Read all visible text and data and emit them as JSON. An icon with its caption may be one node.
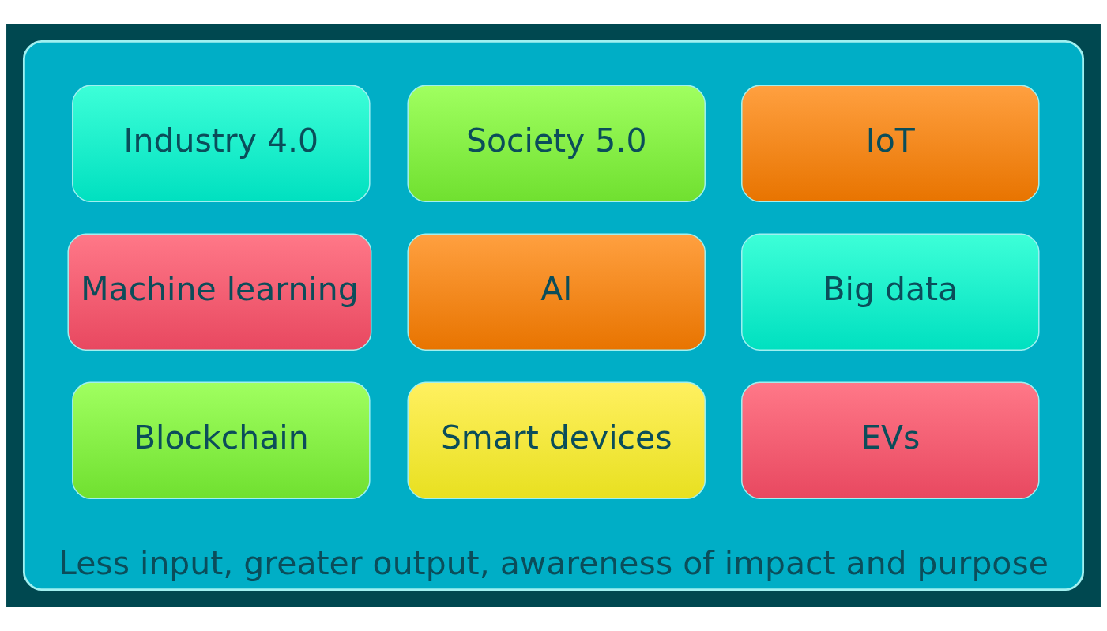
{
  "diagram": {
    "nodes": [
      {
        "text": [
          "Less input, greater output, awareness of impact and purpose"
        ]
      },
      {
        "text": [
          "Industry 4.0"
        ],
        "in": 0
      },
      {
        "text": [
          "Society 5.0"
        ],
        "in": 0
      },
      {
        "text": [
          "IoT"
        ],
        "in": 0
      },
      {
        "text": [
          "Machine learning"
        ],
        "in": 0
      },
      {
        "text": [
          "AI"
        ],
        "in": 0
      },
      {
        "text": [
          "Big data"
        ],
        "in": 0
      },
      {
        "text": [
          "Blockchain"
        ],
        "in": 0
      },
      {
        "text": [
          "Smart devices"
        ],
        "in": 0
      },
      {
        "text": [
          "EVs"
        ],
        "in": 0
      }
    ],
    "edges": []
  }
}
